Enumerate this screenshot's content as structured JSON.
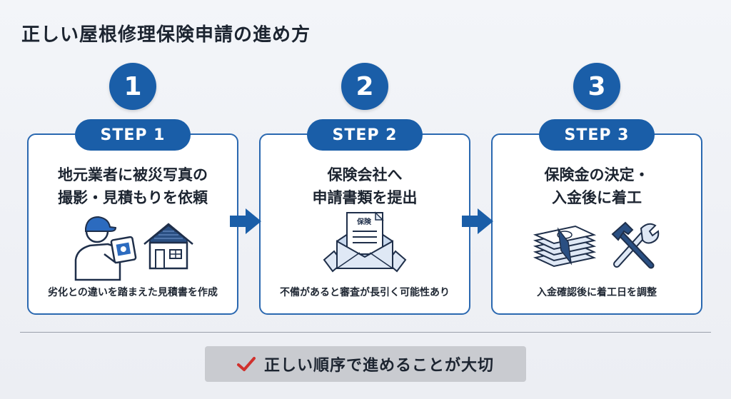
{
  "title": "正しい屋根修理保険申請の進め方",
  "steps": [
    {
      "number": "1",
      "label": "STEP 1",
      "title_lines": [
        "地元業者に被災写真の",
        "撮影・見積もりを依頼"
      ],
      "note": "劣化との違いを踏まえた見積書を作成",
      "icons": [
        "worker-with-tablet-icon",
        "house-icon"
      ]
    },
    {
      "number": "2",
      "label": "STEP 2",
      "title_lines": [
        "保険会社へ",
        "申請書類を提出"
      ],
      "note": "不備があると審査が長引く可能性あり",
      "icons": [
        "envelope-document-icon"
      ],
      "document_label": "保険"
    },
    {
      "number": "3",
      "label": "STEP 3",
      "title_lines": [
        "保険金の決定・",
        "入金後に着工"
      ],
      "note": "入金確認後に着工日を調整",
      "icons": [
        "money-stack-icon",
        "hammer-wrench-icon"
      ]
    }
  ],
  "summary": {
    "icon": "checkmark-icon",
    "text": "正しい順序で進めることが大切"
  },
  "colors": {
    "primary": "#1a5ea8",
    "border": "#2a68b0",
    "check": "#d0312d",
    "summary_bg": "#c9cbd0"
  }
}
